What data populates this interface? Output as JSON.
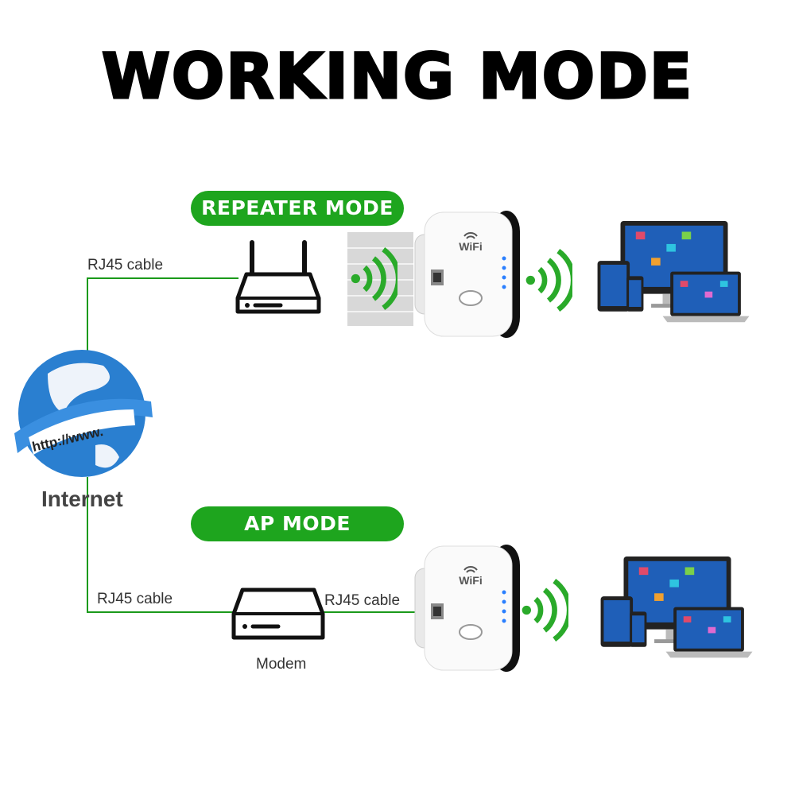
{
  "title": "WORKING MODE",
  "modes": [
    {
      "label": "REPEATER MODE",
      "cable_label": "RJ45 cable"
    },
    {
      "label": "AP MODE",
      "cable_label_left": "RJ45 cable",
      "cable_label_right": "RJ45 cable",
      "modem_label": "Modem"
    }
  ],
  "internet": {
    "label": "Internet",
    "banner_text": "http://www."
  },
  "device": {
    "logo_text": "WiFi"
  },
  "colors": {
    "green": "#1ea51e",
    "line": "#1a9a1a",
    "globe_blue": "#2a7fd0",
    "screen_blue": "#1f5fb8"
  }
}
